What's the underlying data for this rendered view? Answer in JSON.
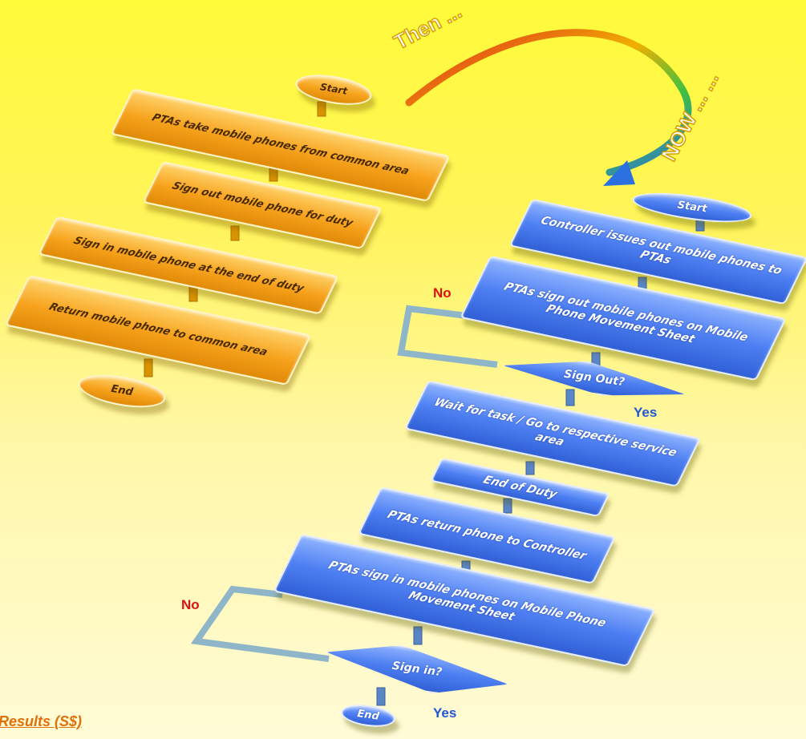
{
  "banner": {
    "then": "Then ...",
    "now": "NOW ... ..."
  },
  "old_flow": {
    "start": "Start",
    "step1": "PTAs take mobile phones from common area",
    "step2": "Sign out mobile phone for duty",
    "step3": "Sign in mobile phone at the end of duty",
    "step4": "Return mobile phone to common area",
    "end": "End"
  },
  "new_flow": {
    "start": "Start",
    "step1": "Controller issues out mobile phones to PTAs",
    "step2": "PTAs sign out mobile phones on Mobile Phone Movement Sheet",
    "decision1": "Sign Out?",
    "step3": "Wait for task / Go to respective service area",
    "step4": "End of Duty",
    "step5": "PTAs return phone to Controller",
    "step6": "PTAs sign in mobile phones on Mobile Phone Movement Sheet",
    "decision2": "Sign in?",
    "end": "End"
  },
  "labels": {
    "no1": "No",
    "yes1": "Yes",
    "no2": "No",
    "yes2": "Yes"
  },
  "footer": {
    "results": "Results  (S$)"
  },
  "colors": {
    "old_fill": "#f7a21c",
    "new_fill": "#4d7ff2",
    "no_label": "#e01010",
    "yes_label": "#1f56d8"
  }
}
